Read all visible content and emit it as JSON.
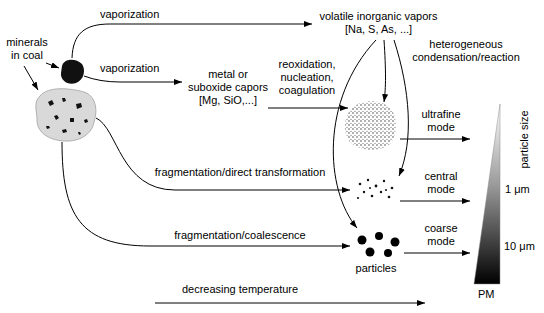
{
  "diagram": {
    "nodes": [
      {
        "text": [
          "minerals in coal"
        ]
      },
      {
        "text": [
          "volatile inorganic vapors [Na, S, As, ...]"
        ]
      },
      {
        "text": [
          "metal or suboxide capors [Mg, SiO,...]"
        ]
      }
    ],
    "labels": [
      "vaporization",
      "vaporization",
      "heterogeneous condensation/reaction",
      "reoxidation, nucleation, coagulation",
      "ultrafine mode",
      "1 μm",
      "particle size",
      "fragmentation/direct transformation",
      "central mode",
      "fragmentation/coalescence",
      "10 μm",
      "coarse mode",
      "particles",
      "PM",
      "decreasing temperature"
    ]
  }
}
